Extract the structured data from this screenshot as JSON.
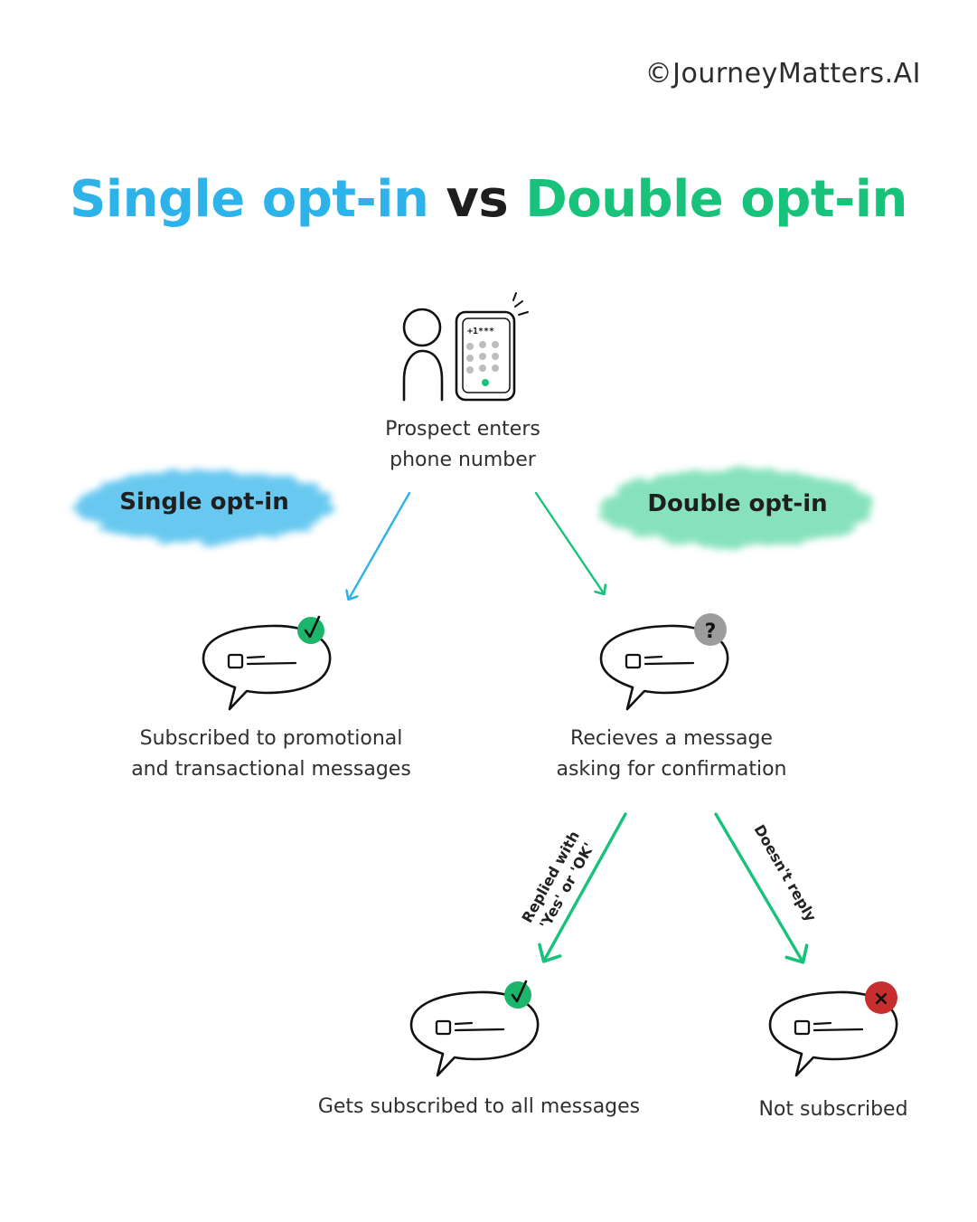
{
  "copyright": "©JourneyMatters.AI",
  "title": {
    "single": "Single opt-in",
    "vs": "vs",
    "double": "Double opt-in"
  },
  "start": {
    "phone_display": "+1***",
    "caption_line1": "Prospect enters",
    "caption_line2": "phone number"
  },
  "branches": {
    "single_label": "Single opt-in",
    "double_label": "Double opt-in"
  },
  "single_result": {
    "caption_line1": "Subscribed to promotional",
    "caption_line2": "and transactional messages",
    "badge": "✓"
  },
  "double_confirm": {
    "caption_line1": "Recieves a message",
    "caption_line2": "asking for confirmation",
    "badge": "?"
  },
  "replies": {
    "yes_line1": "Replied with",
    "yes_line2": "'Yes' or 'OK'",
    "no": "Doesn't reply"
  },
  "double_yes_result": {
    "caption": "Gets subscribed to all messages",
    "badge": "✓"
  },
  "double_no_result": {
    "caption": "Not subscribed",
    "badge": "×"
  },
  "colors": {
    "single_blue": "#2db2ea",
    "double_green": "#19c27b",
    "badge_check": "#1db46c",
    "badge_question": "#9c9c9c",
    "badge_cross": "#c72f2f"
  },
  "icons": {
    "person": "person-icon",
    "phone": "phone-icon",
    "message": "chat-bubble-icon"
  }
}
